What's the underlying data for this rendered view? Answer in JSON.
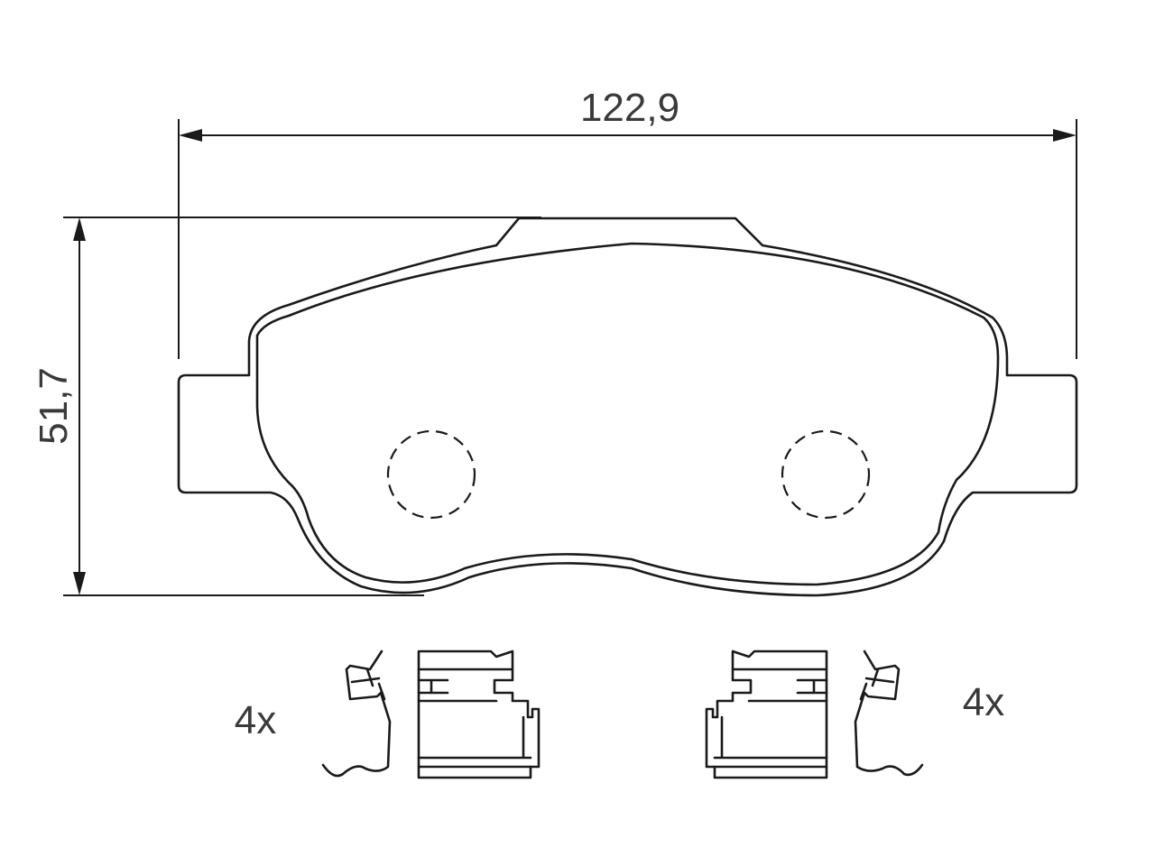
{
  "dimensions": {
    "width_label": "122,9",
    "height_label": "51,7"
  },
  "accessories": {
    "left_quantity": "4x",
    "right_quantity": "4x"
  },
  "colors": {
    "line": "#1a1a1a",
    "text": "#3a3a3a",
    "background": "#ffffff"
  }
}
